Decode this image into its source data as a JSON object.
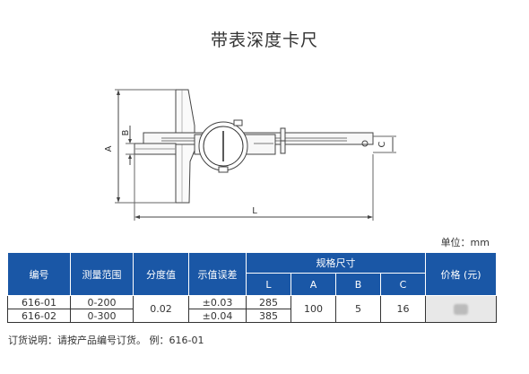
{
  "title": "带表深度卡尺",
  "diagram": {
    "label_A": "A",
    "label_B": "B",
    "label_C": "C",
    "label_L": "L"
  },
  "unit_label": "单位：mm",
  "table": {
    "headers": {
      "code": "编号",
      "range": "测量范围",
      "resolution": "分度值",
      "error": "示值误差",
      "dimensions": "规格尺寸",
      "price": "价格 (元)"
    },
    "dim_headers": [
      "L",
      "A",
      "B",
      "C"
    ],
    "rows": [
      {
        "code": "616-01",
        "range": "0-200",
        "error": "±0.03",
        "L": "285"
      },
      {
        "code": "616-02",
        "range": "0-300",
        "error": "±0.04",
        "L": "385"
      }
    ],
    "shared": {
      "resolution": "0.02",
      "A": "100",
      "B": "5",
      "C": "16"
    }
  },
  "note": "订货说明：请按产品编号订货。  例：616-01"
}
